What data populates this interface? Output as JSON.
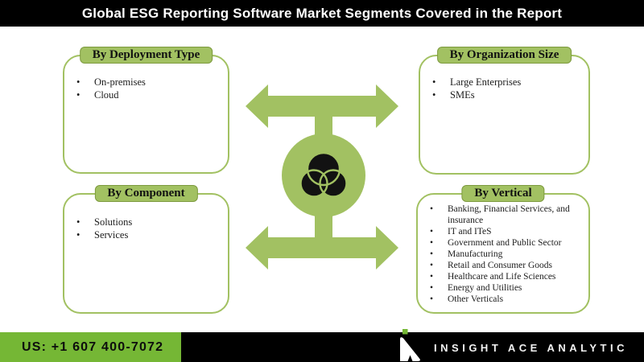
{
  "title": "Global ESG Reporting Software Market Segments Covered in the Report",
  "segments": {
    "deployment": {
      "header": "By Deployment Type",
      "items": [
        "On-premises",
        "Cloud"
      ]
    },
    "organization": {
      "header": "By Organization Size",
      "items": [
        "Large Enterprises",
        "SMEs"
      ]
    },
    "component": {
      "header": "By Component",
      "items": [
        "Solutions",
        "Services"
      ]
    },
    "vertical": {
      "header": "By Vertical",
      "items": [
        "Banking, Financial Services, and insurance",
        "IT and ITeS",
        "Government and Public Sector",
        "Manufacturing",
        "Retail and Consumer Goods",
        "Healthcare and Life Sciences",
        "Energy and Utilities",
        "Other Verticals"
      ]
    }
  },
  "center_icon": "venn-diagram-icon",
  "footer": {
    "phone": "US: +1 607 400-7072",
    "brand": "INSIGHT ACE ANALYTIC"
  },
  "colors": {
    "diagram_green": "#a2c162",
    "footer_green": "#75b735",
    "bar_black": "#000000"
  }
}
